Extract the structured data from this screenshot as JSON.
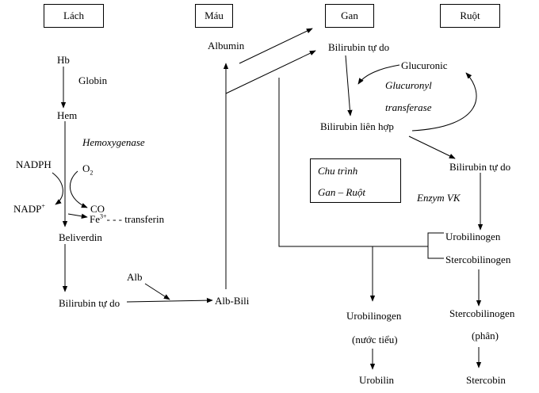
{
  "headers": {
    "spleen": "Lách",
    "blood": "Máu",
    "liver": "Gan",
    "intestine": "Ruột"
  },
  "spleen": {
    "hb": "Hb",
    "globin": "Globin",
    "hem": "Hem",
    "hemoxygenase": "Hemoxygenase",
    "nadph": "NADPH",
    "o2_base": "O",
    "o2_sub": "2",
    "nadp_base": "NADP",
    "nadp_sup": "+",
    "co": "CO",
    "fe_base": "Fe",
    "fe_sup": "3+",
    "fe_rest": "- - - transferin",
    "biliverdin": "Beliverdin",
    "free_bilirubin": "Bilirubin tự do",
    "alb": "Alb"
  },
  "blood": {
    "albumin": "Albumin",
    "alb_bili": "Alb-Bili"
  },
  "liver": {
    "free_bilirubin": "Bilirubin tự do",
    "glucuronic": "Glucuronic",
    "enzyme_line1": "Glucuronyl",
    "enzyme_line2": "transferase",
    "conjugated": "Bilirubin liên hợp"
  },
  "cycle_box": {
    "line1": "Chu trình",
    "line2": "Gan – Ruột"
  },
  "intestine": {
    "free_bilirubin": "Bilirubin tự do",
    "enzyme": "Enzym VK",
    "urobilinogen": "Urobilinogen",
    "stercobilinogen": "Stercobilinogen",
    "stercobilinogen_out": "Stercobilinogen",
    "feces": "(phân)",
    "stercobin": "Stercobin"
  },
  "urine": {
    "urobilinogen": "Urobilinogen",
    "urine_note": "(nước tiểu)",
    "urobilin": "Urobilin"
  }
}
